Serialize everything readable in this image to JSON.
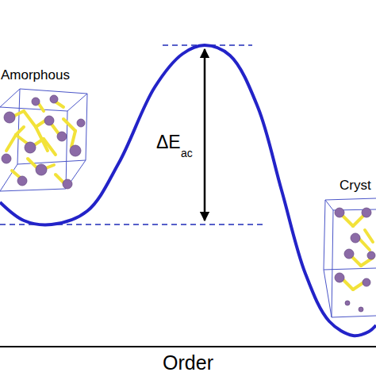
{
  "diagram": {
    "labels": [
      "Amorphous",
      "ΔE",
      "ac",
      "Cryst",
      "Order"
    ]
  }
}
